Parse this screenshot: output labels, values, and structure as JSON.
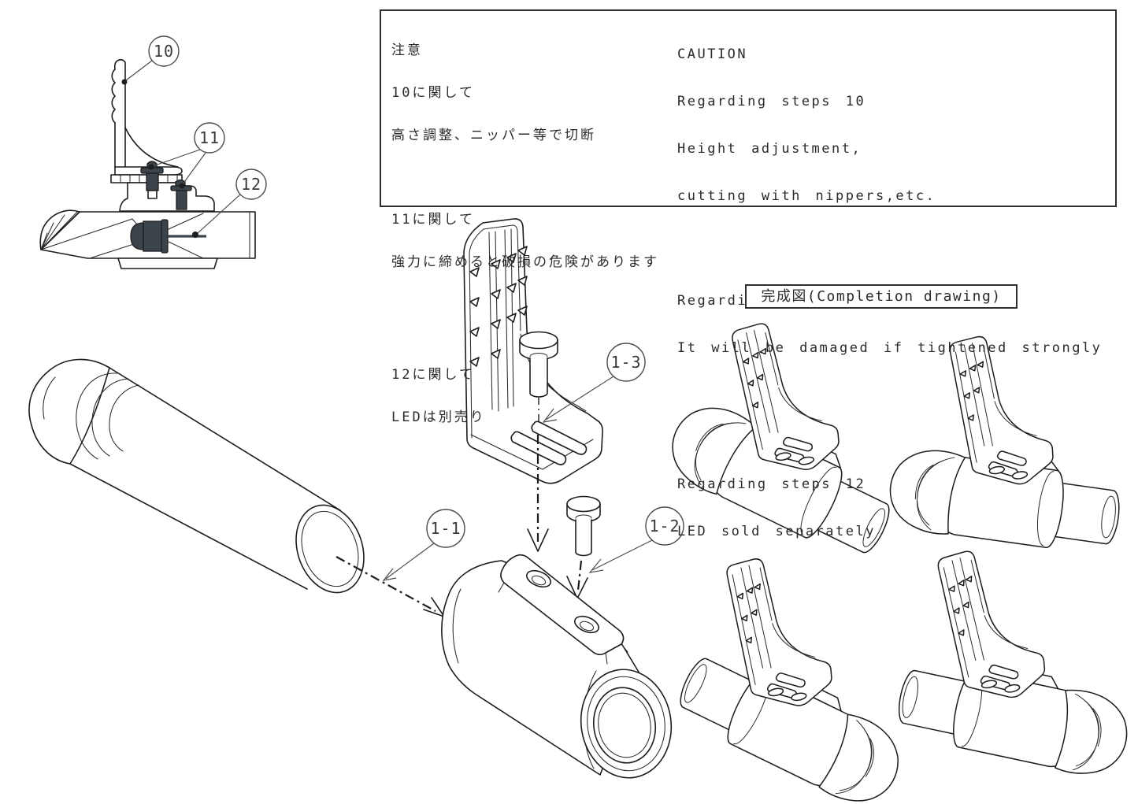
{
  "colors": {
    "background": "#ffffff",
    "line": "#1d1d1f",
    "dark_fill": "#3c444b",
    "text": "#2b2b2b"
  },
  "caution_box": {
    "jp": {
      "title": "注意",
      "s10_h": "10に関して",
      "s10_b": "高さ調整、ニッパー等で切断",
      "s11_h": "11に関して",
      "s11_b": "強力に締めると破損の危険があります",
      "s12_h": "12に関して",
      "s12_b": "LEDは別売り"
    },
    "en": {
      "title": "CAUTION",
      "s10_h": "Regarding steps 10",
      "s10_b1": "Height adjustment,",
      "s10_b2": "cutting with nippers,etc.",
      "s11_h": "Regarding steps 11",
      "s11_b": "It will be damaged if tightened strongly",
      "s12_h": "Regarding steps 12",
      "s12_b": "LED sold separately"
    }
  },
  "completion_label": "完成図(Completion drawing)",
  "callouts": {
    "part10": "10",
    "part11": "11",
    "part12": "12",
    "step1_1": "1-1",
    "step1_2": "1-2",
    "step1_3": "1-3"
  }
}
